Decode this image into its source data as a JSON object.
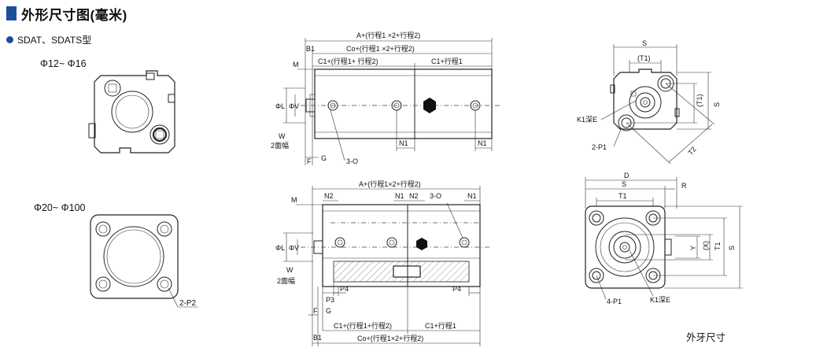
{
  "header": {
    "title": "外形尺寸图(毫米)"
  },
  "series": {
    "label": "SDAT、SDATS型"
  },
  "views": {
    "small_bore": "Φ12~ Φ16",
    "large_bore": "Φ20~ Φ100",
    "ext_thread": "外牙尺寸"
  },
  "top_side": {
    "a": "A+(行程1 ×2+行程2)",
    "co": "Co+(行程1 ×2+行程2)",
    "c1a": "C1+(行程1+ 行程2)",
    "c1b": "C1+行程1",
    "b1": "B1",
    "m": "M",
    "phil": "ΦL",
    "phiv": "ΦV",
    "w": "W",
    "faces": "2面幅",
    "f": "F",
    "g": "G",
    "o": "3-O",
    "n1a": "N1",
    "n1b": "N1"
  },
  "top_front": {
    "s": "S",
    "t1": "(T1)",
    "t1v": "(T1)",
    "sv": "S",
    "t2": "T2",
    "k1": "K1深E",
    "p1": "2-P1"
  },
  "bot_left": {
    "p2": "2-P2"
  },
  "bot_side": {
    "a": "A+(行程1×2+行程2)",
    "n2a": "N2",
    "n1a": "N1",
    "n2b": "N2",
    "o": "3-O",
    "n1b": "N1",
    "m": "M",
    "phil": "ΦL",
    "phiv": "ΦV",
    "w": "W",
    "faces": "2面幅",
    "p3": "P3",
    "p4a": "P4",
    "p4b": "P4",
    "f": "F",
    "g": "G",
    "c1a": "C1+(行程1+行程2)",
    "c1b": "C1+行程1",
    "b1": "B1",
    "co": "Co+(行程1×2+行程2)"
  },
  "bot_front": {
    "d": "D",
    "s": "S",
    "r": "R",
    "t1": "T1",
    "y": "Y",
    "x": "(X)",
    "t1v": "T1",
    "sv": "S",
    "p1": "4-P1",
    "k1": "K1深E"
  }
}
